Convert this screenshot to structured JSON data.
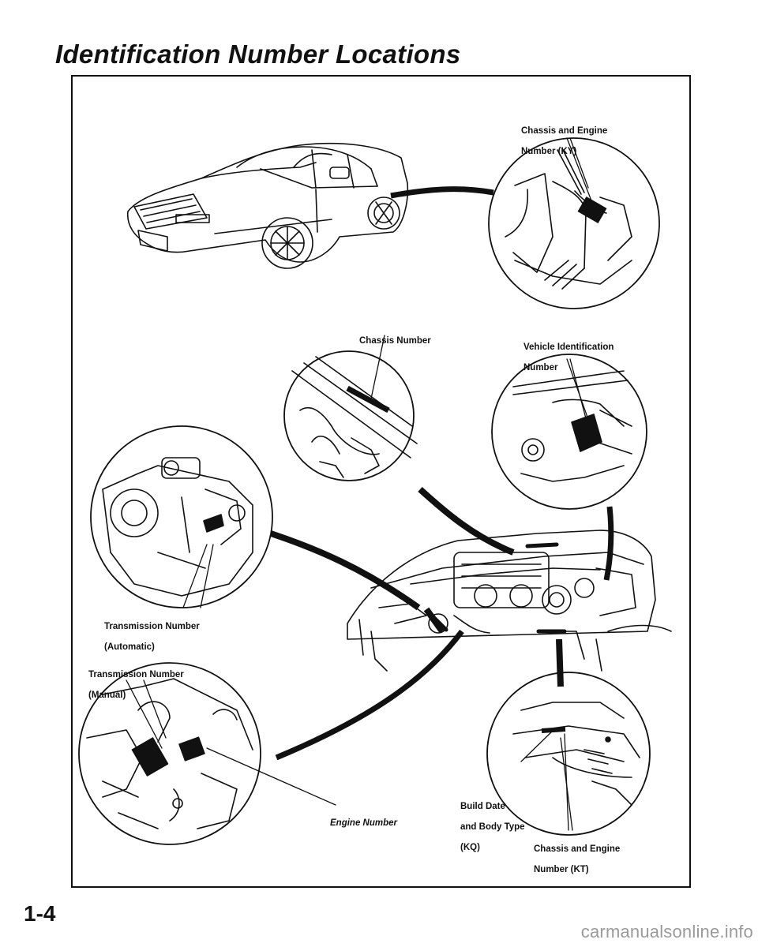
{
  "page": {
    "title": "Identification Number Locations",
    "page_number": "1-4",
    "watermark": "carmanualsonline.info"
  },
  "labels": {
    "chassis_engine_ky": [
      "Chassis and Engine",
      "Number (KY)"
    ],
    "chassis_number": [
      "Chassis Number"
    ],
    "vin": [
      "Vehicle Identification",
      "Number"
    ],
    "transmission_automatic": [
      "Transmission Number",
      "(Automatic)"
    ],
    "transmission_manual": [
      "Transmission Number",
      "(Manual)"
    ],
    "engine_number": [
      "Engine Number"
    ],
    "build_date": [
      "Build Date",
      "and Body Type",
      "(KQ)"
    ],
    "chassis_engine_kt": [
      "Chassis and Engine",
      "Number (KT)"
    ]
  }
}
